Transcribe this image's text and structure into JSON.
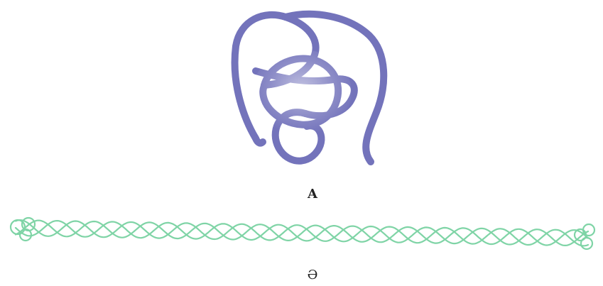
{
  "figure": {
    "panels": [
      {
        "id": "A",
        "label": "A",
        "illustration": "coiled-globular-strand",
        "color": "#7373bb",
        "highlight_color": "#c9c9ea"
      },
      {
        "id": "B",
        "label": "Ә",
        "illustration": "twisted-fibrous-strand",
        "color": "#7fd4a6"
      }
    ]
  }
}
